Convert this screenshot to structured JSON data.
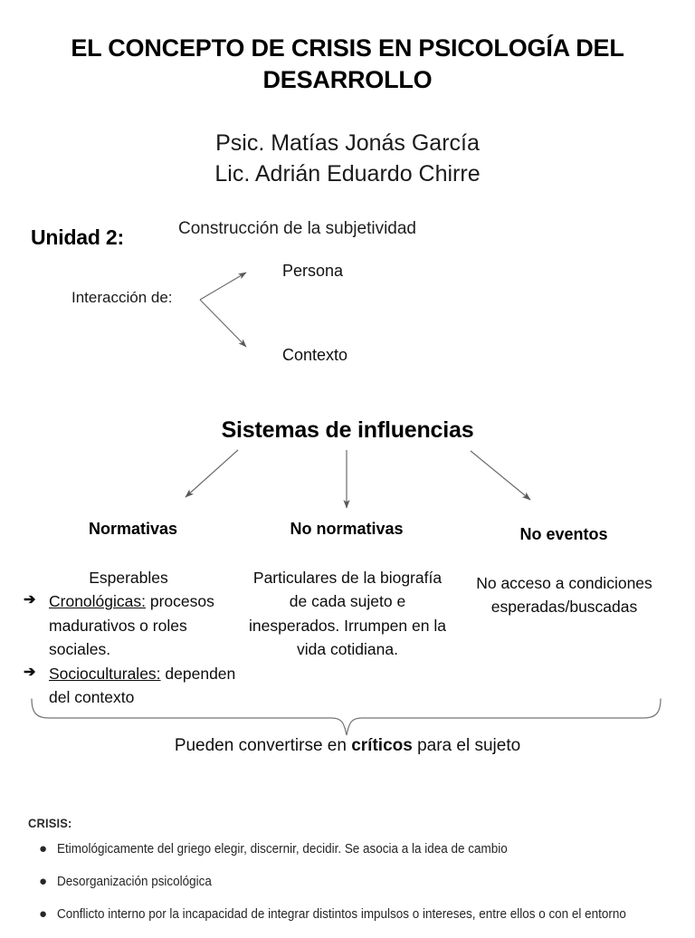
{
  "slide": {
    "title": "EL CONCEPTO DE CRISIS EN PSICOLOGÍA DEL DESARROLLO",
    "authors": {
      "line1": "Psic. Matías Jonás García",
      "line2": "Lic. Adrián Eduardo Chirre"
    },
    "unit": {
      "label": "Unidad 2:",
      "topic": "Construcción de la subjetividad"
    },
    "interaction": {
      "source_label": "Interacción de:",
      "targets": [
        "Persona",
        "Contexto"
      ]
    },
    "systems": {
      "heading": "Sistemas de influencias",
      "columns": [
        {
          "header": "Normativas",
          "intro": "Esperables",
          "items": [
            {
              "bullet": "➔",
              "term": "Cronológicas:",
              "text": " procesos madurativos o roles sociales."
            },
            {
              "bullet": "➔",
              "term": "Socioculturales:",
              "text": " dependen del contexto"
            }
          ]
        },
        {
          "header": "No normativas",
          "body": "Particulares de la biografía de cada sujeto e inesperados. Irrumpen en la vida cotidiana."
        },
        {
          "header": "No eventos",
          "body": "No acceso a condiciones esperadas/buscadas"
        }
      ],
      "brace_caption_before": "Pueden convertirse en ",
      "brace_caption_bold": "críticos",
      "brace_caption_after": " para el sujeto"
    },
    "crisis": {
      "heading": "CRISIS:",
      "bullet_glyph": "●",
      "items": [
        "Etimológicamente del griego elegir, discernir, decidir. Se asocia a la idea de cambio",
        "Desorganización psicológica",
        "Conflicto interno por la incapacidad de integrar distintos impulsos o intereses, entre ellos o con el entorno"
      ]
    }
  },
  "colors": {
    "text": "#000000",
    "muted": "#262626",
    "line": "#6b6b6b",
    "background": "#ffffff"
  }
}
